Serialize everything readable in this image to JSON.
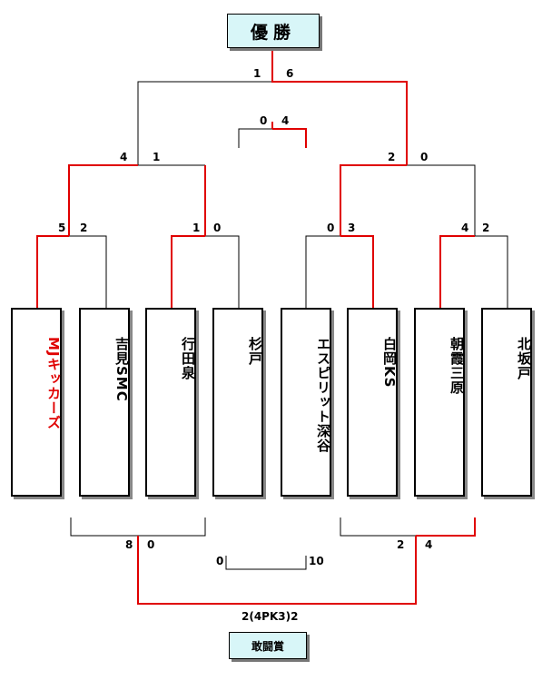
{
  "final": {
    "label": "優勝",
    "scores": {
      "left": "1",
      "right": "6"
    }
  },
  "third_place_label": "敢闘賞",
  "third_place_score": "2(4PK3)2",
  "teams": [
    {
      "name": "MJキッカーズ",
      "winner": true
    },
    {
      "name": "吉見SMC",
      "winner": false
    },
    {
      "name": "行田泉",
      "winner": false
    },
    {
      "name": "杉戸",
      "winner": false
    },
    {
      "name": "エスピリット深谷",
      "winner": false
    },
    {
      "name": "白岡KS",
      "winner": false
    },
    {
      "name": "朝霞三原",
      "winner": false
    },
    {
      "name": "北坂戸",
      "winner": false
    }
  ],
  "round1_scores": [
    {
      "left": "5",
      "right": "2"
    },
    {
      "left": "1",
      "right": "0"
    },
    {
      "left": "0",
      "right": "3"
    },
    {
      "left": "4",
      "right": "2"
    }
  ],
  "semifinal_scores": [
    {
      "left": "4",
      "right": "1"
    },
    {
      "left": "2",
      "right": "0"
    }
  ],
  "top_small_match": {
    "left": "0",
    "right": "4"
  },
  "lower_bracket": {
    "left_match": {
      "left": "8",
      "right": "0"
    },
    "right_match": {
      "left": "2",
      "right": "4"
    },
    "small_match": {
      "left": "0",
      "right": "10"
    }
  },
  "colors": {
    "win_line": "#e00000",
    "line": "#000000",
    "title_bg": "#d8f6f8"
  }
}
